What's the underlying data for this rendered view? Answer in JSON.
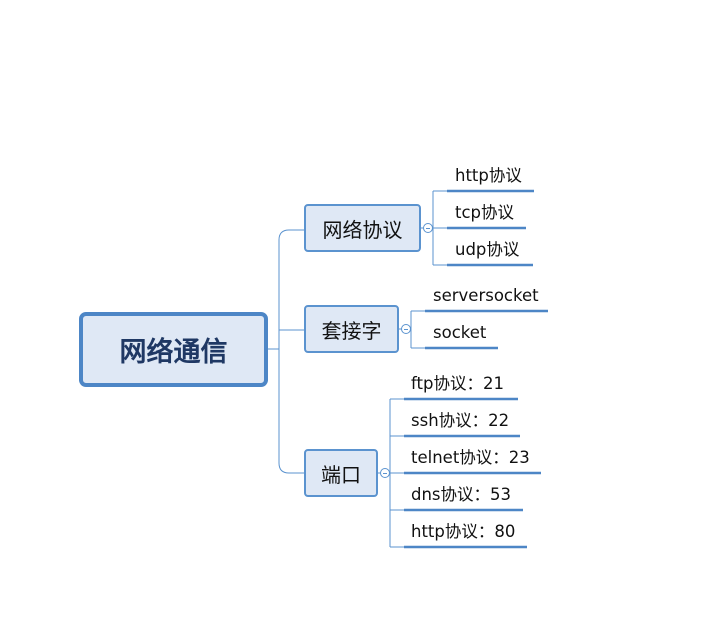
{
  "mindmap": {
    "root": "网络通信",
    "branches": [
      {
        "label": "网络协议",
        "children": [
          "http协议",
          "tcp协议",
          "udp协议"
        ]
      },
      {
        "label": "套接字",
        "children": [
          "serversocket",
          "socket"
        ]
      },
      {
        "label": "端口",
        "children": [
          "ftp协议：21",
          "ssh协议：22",
          "telnet协议：23",
          "dns协议：53",
          "http协议：80"
        ]
      }
    ]
  },
  "colors": {
    "line": "#5b93cf",
    "underline": "#4d86c6",
    "node_fill": "#dfe8f5",
    "root_border": "#4d86c6"
  }
}
